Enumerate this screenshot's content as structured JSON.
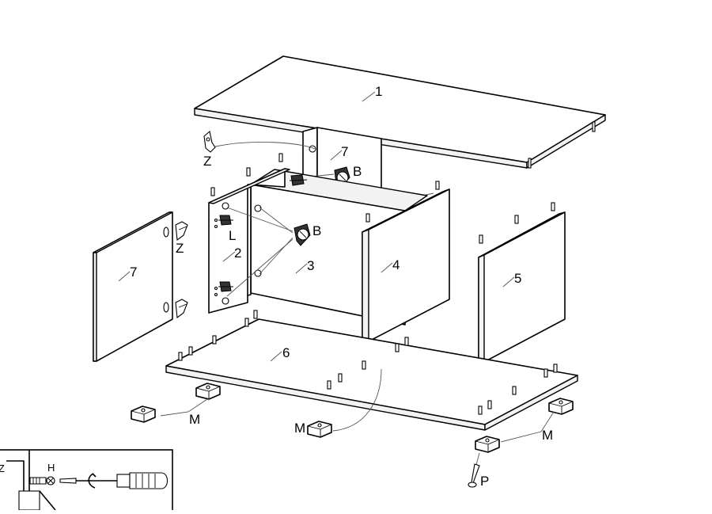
{
  "parts": {
    "top_panel": "1",
    "left_side": "2",
    "back_panel": "3",
    "middle_divider": "4",
    "right_side": "5",
    "bottom_panel": "6",
    "shelf_inner": "7",
    "door": "7"
  },
  "hardware": {
    "hinge_top": "Z",
    "hinge_door": "Z",
    "cam_lock_upper": "B",
    "cam_lock_lower": "B",
    "connector": "L",
    "glide_left": "M",
    "glide_middle": "M",
    "glide_right": "M",
    "screw": "P"
  },
  "inset": {
    "hinge_label": "Z",
    "screw_label": "H"
  },
  "colors": {
    "line": "#000000",
    "background": "#ffffff"
  }
}
